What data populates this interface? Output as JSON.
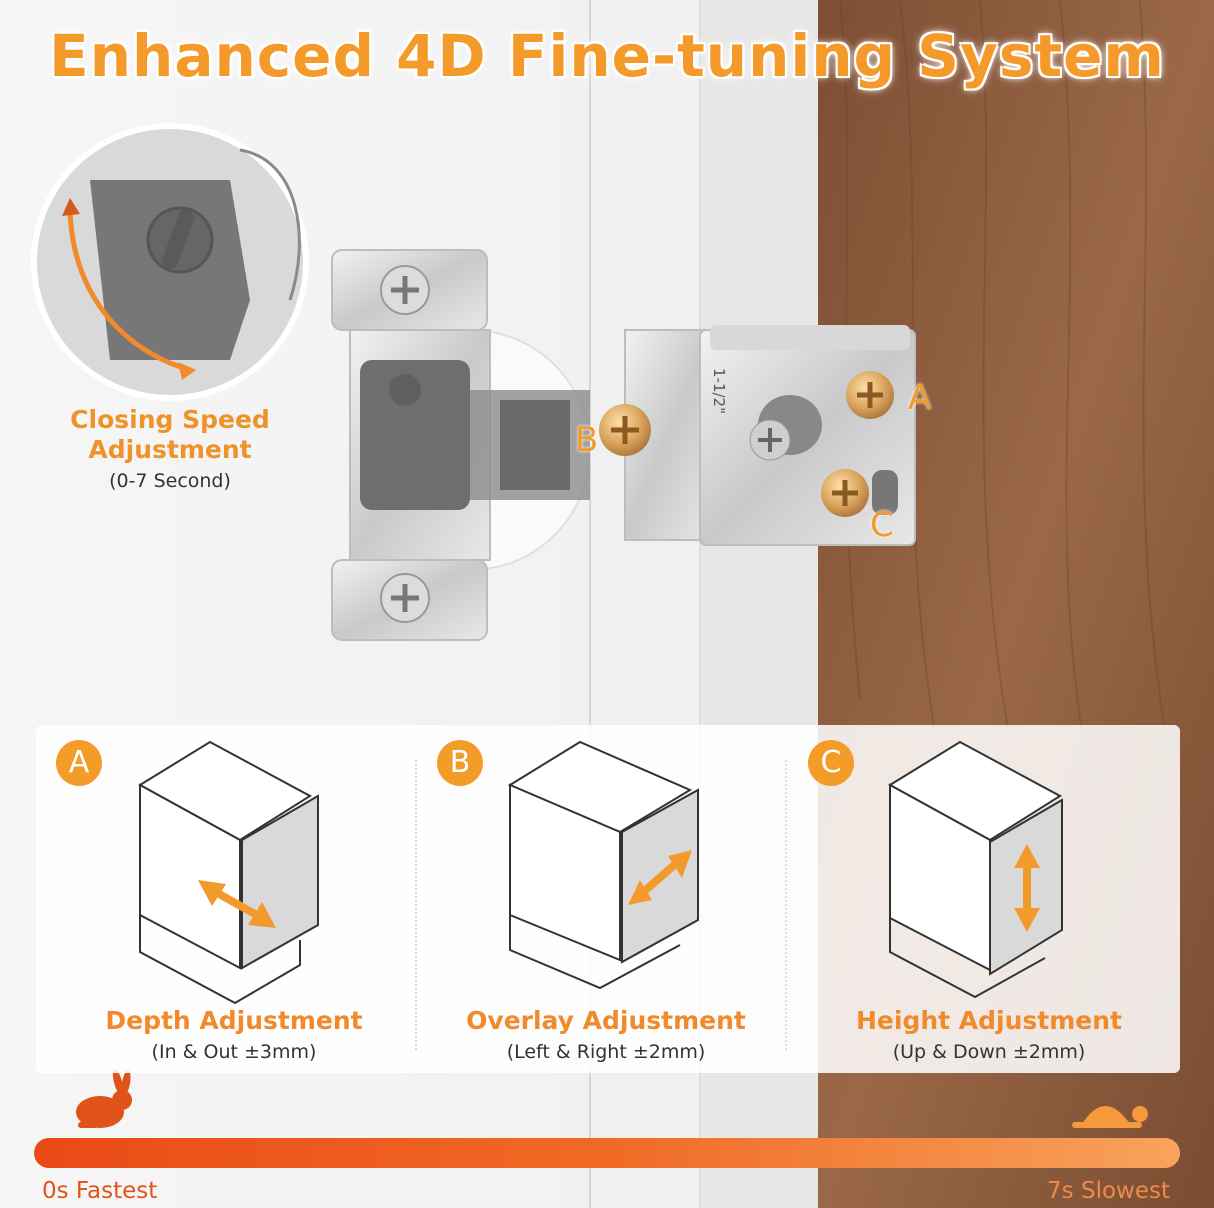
{
  "title": "Enhanced 4D Fine-tuning System",
  "speed": {
    "title_line1": "Closing Speed",
    "title_line2": "Adjustment",
    "range": "(0-7 Second)"
  },
  "hinge": {
    "marking": "1-1/2\"",
    "callouts": {
      "a": "A",
      "b": "B",
      "c": "C"
    }
  },
  "adjustments": [
    {
      "badge": "A",
      "title": "Depth Adjustment",
      "detail": "(In & Out ±3mm)"
    },
    {
      "badge": "B",
      "title": "Overlay Adjustment",
      "detail": "(Left & Right ±2mm)"
    },
    {
      "badge": "C",
      "title": "Height Adjustment",
      "detail": "(Up & Down ±2mm)"
    }
  ],
  "speed_bar": {
    "left_label": "0s Fastest",
    "right_label": "7s Slowest",
    "left_icon": "rabbit-icon",
    "right_icon": "turtle-icon"
  },
  "colors": {
    "accent": "#f39a2c",
    "wood": "#8a5a3b",
    "bar_start": "#ea4a16",
    "bar_end": "#f8a35c"
  }
}
